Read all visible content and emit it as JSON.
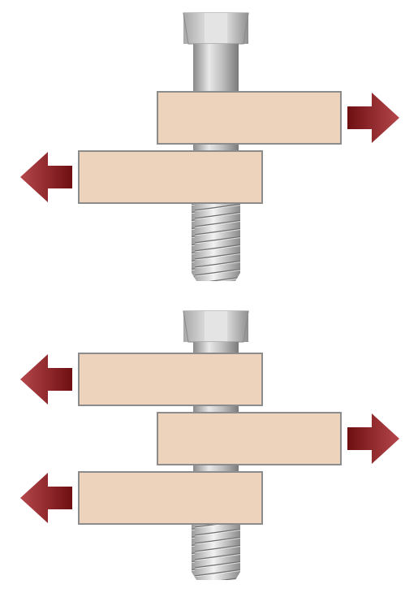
{
  "diagrams": [
    {
      "id": "single-shear",
      "plates": [
        {
          "name": "top",
          "arrow": "right"
        },
        {
          "name": "bottom",
          "arrow": "left"
        }
      ]
    },
    {
      "id": "double-shear",
      "plates": [
        {
          "name": "top",
          "arrow": "left"
        },
        {
          "name": "middle",
          "arrow": "right"
        },
        {
          "name": "bottom",
          "arrow": "left"
        }
      ]
    }
  ],
  "colors": {
    "plate_fill": "#edd3bb",
    "plate_stroke": "#8c8c8c",
    "arrow_dark": "#6e0f12",
    "arrow_light": "#b5474b",
    "bolt_light": "#e6e6e6",
    "bolt_dark": "#8a8a8a",
    "background": "#ffffff"
  },
  "icons": {
    "bolt": "hex-bolt-icon",
    "force_arrow": "force-arrow-icon"
  }
}
